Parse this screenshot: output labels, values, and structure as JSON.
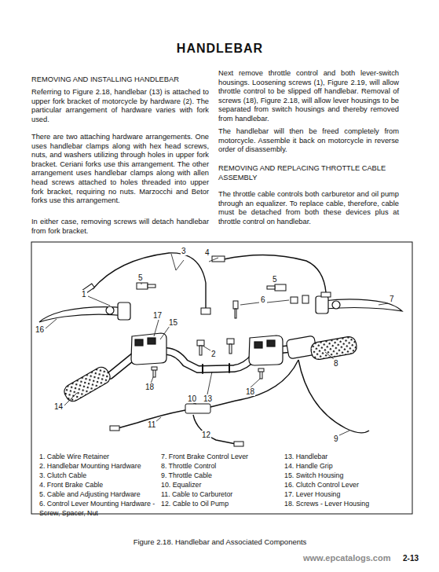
{
  "diagram": {
    "title": "HANDLEBAR",
    "caption": "Figure 2.18. Handlebar and Associated Components",
    "labels": [
      "REMOVING AND INSTALLING HANDLEBAR",
      "Referring to Figure 2.18, handlebar (13) is attached to upper fork bracket of motorcycle by hardware (2). The particular arrangement of hardware varies with fork used.",
      "There are two attaching hardware arrangements. One uses handlebar clamps along with hex head screws, nuts, and washers utilizing through holes in upper fork bracket. Ceriani forks use this arrangement. The other arrangement uses handlebar clamps along with allen head screws attached to holes threaded into upper fork bracket, requiring no nuts. Marzocchi and Betor forks use this arrangement.",
      "In either case, removing screws will detach handlebar from fork bracket.",
      "Next remove throttle control and both lever-switch housings. Loosening screws (1), Figure 2.19, will allow throttle control to be slipped off handlebar. Removal of screws (18), Figure 2.18, will allow lever housings to be separated from switch housings and thereby removed from handlebar.",
      "The handlebar will then be freed completely from motorcycle. Assemble it back on motorcycle in reverse order of disassembly.",
      "REMOVING AND REPLACING THROTTLE CABLE ASSEMBLY",
      "The throttle cable controls both carburetor and oil pump through an equalizer. To replace cable, therefore, cable must be detached from both these devices plus at throttle control on handlebar.",
      "3",
      "4",
      "5",
      "5",
      "1",
      "6",
      "7",
      "16",
      "17",
      "15",
      "2",
      "8",
      "14",
      "18",
      "13",
      "18",
      "10",
      "11",
      "12",
      "9",
      "1. Cable Wire Retainer",
      "2. Handlebar Mounting Hardware",
      "3. Clutch Cable",
      "4. Front Brake Cable",
      "5. Cable and Adjusting Hardware",
      "6. Control Lever Mounting Hardware - Screw, Spacer, Nut",
      "7. Front Brake Control Lever",
      "8. Throttle Control",
      "9. Throttle Cable",
      "10. Equalizer",
      "11. Cable to Carburetor",
      "12. Cable to Oil Pump",
      "13. Handlebar",
      "14. Handle Grip",
      "15. Switch Housing",
      "16. Clutch Control Lever",
      "17. Lever Housing",
      "18. Screws - Lever Housing",
      "www.epcatalogs.com",
      "2-13"
    ]
  }
}
